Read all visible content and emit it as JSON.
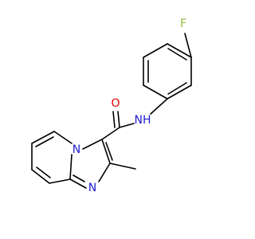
{
  "molecule": {
    "atom_labels": {
      "fluorine": "F",
      "amide_nh": "NH",
      "amide_oxygen": "O",
      "ring_n_bridgehead": "N",
      "ring_n_imidazole": "N"
    },
    "colors": {
      "bond": "#000000",
      "fluorine": "#8fbc3a",
      "nitrogen": "#2020d0",
      "oxygen": "#e00000"
    }
  }
}
